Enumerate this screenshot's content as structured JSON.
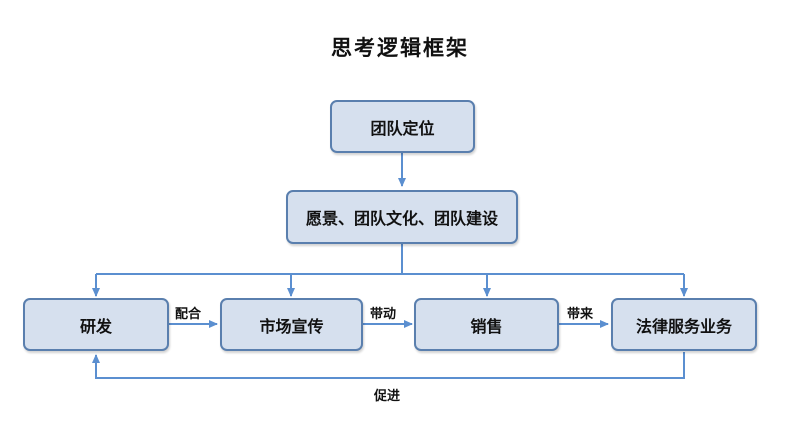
{
  "title": "思考逻辑框架",
  "nodes": {
    "positioning": "团队定位",
    "vision": "愿景、团队文化、团队建设",
    "rnd": "研发",
    "marketing": "市场宣传",
    "sales": "销售",
    "legal": "法律服务业务"
  },
  "edges": {
    "rnd_to_marketing": "配合",
    "marketing_to_sales": "带动",
    "sales_to_legal": "带来",
    "legal_to_rnd": "促进"
  },
  "colors": {
    "node_fill": "#d6e0ee",
    "node_border": "#5a7fae",
    "connector": "#5b8fd0"
  }
}
